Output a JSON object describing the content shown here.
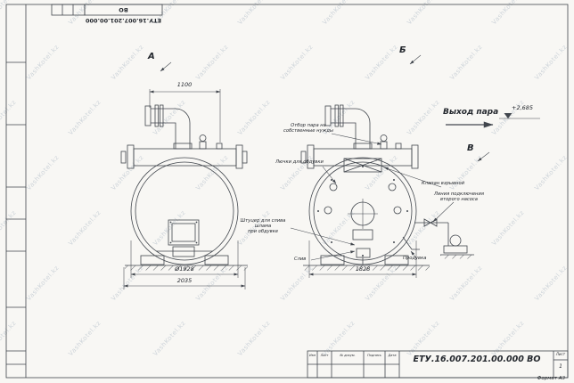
{
  "sheet": {
    "watermark": "VashKotel.kz",
    "top_stamp": "ЕТУ.16.007.201.00.000 ВО",
    "format_note": "Формат А3"
  },
  "views": {
    "a": "А",
    "b": "Б",
    "v": "В"
  },
  "dimensions": {
    "top_width": "1100",
    "shell_diameter": "Ø1928",
    "overall_width": "2035",
    "view_b_width": "1828",
    "elevation": "+2,685"
  },
  "annotations": {
    "steam_outlet": "Выход пара",
    "steam_own_needs": "Отбор пара на\nсобственные нужды",
    "blow_hatches": "Лючки для обдувки",
    "explosion_valve": "Клапан взрывной",
    "second_pump_line": "Линия подключения\nвторого насоса",
    "sludge_nozzle": "Штуцер для слива шлама\nпри обдувке",
    "blowdown": "Продувка",
    "drain": "Слив"
  },
  "title_block": {
    "doc_number": "ЕТУ.16.007.201.00.000 ВО",
    "col_izm": "Изм",
    "col_list": "Лист",
    "col_doc": "№ докум.",
    "col_sign": "Подпись",
    "col_date": "Дата",
    "sheet_label": "Лист",
    "sheet_value": "1"
  }
}
